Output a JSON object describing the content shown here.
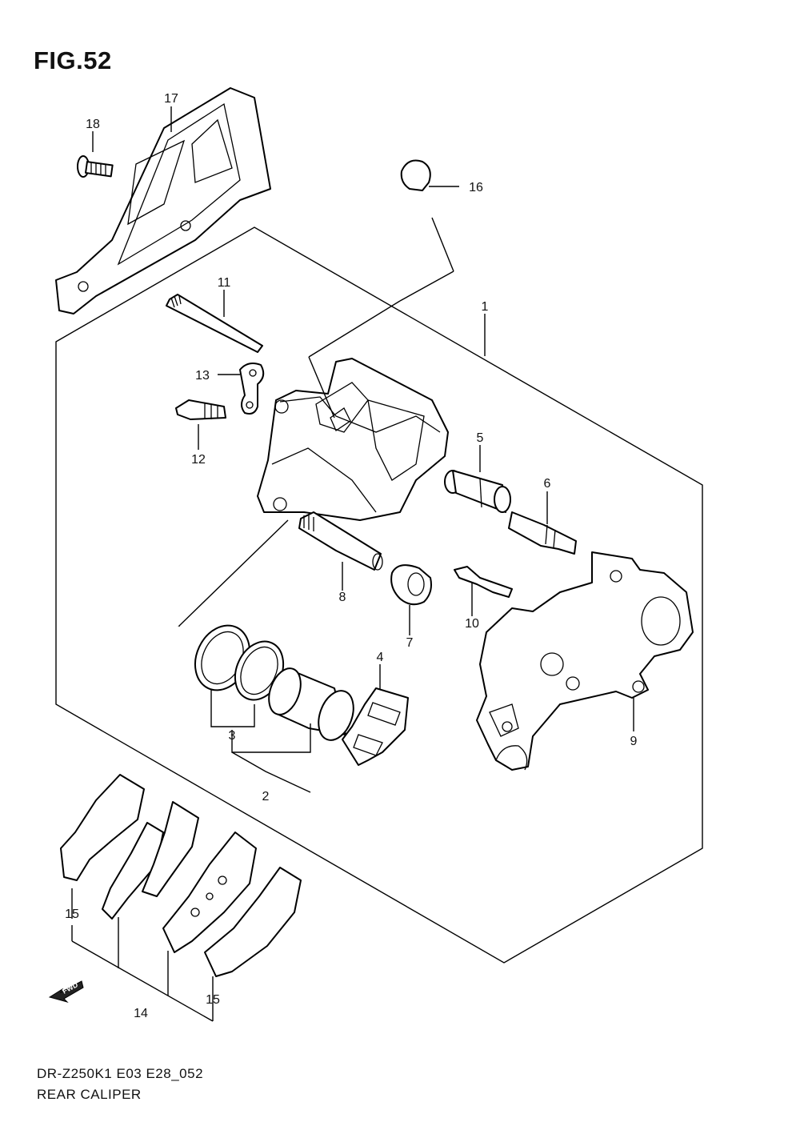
{
  "figure": {
    "title": "FIG.52"
  },
  "footer": {
    "code": "DR-Z250K1 E03 E28_052",
    "name": "REAR CALIPER"
  },
  "direction_arrow": {
    "label": "FWD",
    "icon": "forward-arrow-icon"
  },
  "callouts": [
    {
      "id": "1",
      "label": "1"
    },
    {
      "id": "2",
      "label": "2"
    },
    {
      "id": "3",
      "label": "3"
    },
    {
      "id": "4",
      "label": "4"
    },
    {
      "id": "5",
      "label": "5"
    },
    {
      "id": "6",
      "label": "6"
    },
    {
      "id": "7",
      "label": "7"
    },
    {
      "id": "8",
      "label": "8"
    },
    {
      "id": "9",
      "label": "9"
    },
    {
      "id": "10",
      "label": "10"
    },
    {
      "id": "11",
      "label": "11"
    },
    {
      "id": "12",
      "label": "12"
    },
    {
      "id": "13",
      "label": "13"
    },
    {
      "id": "14",
      "label": "14"
    },
    {
      "id": "15a",
      "label": "15"
    },
    {
      "id": "15b",
      "label": "15"
    },
    {
      "id": "16",
      "label": "16"
    },
    {
      "id": "17",
      "label": "17"
    },
    {
      "id": "18",
      "label": "18"
    }
  ]
}
